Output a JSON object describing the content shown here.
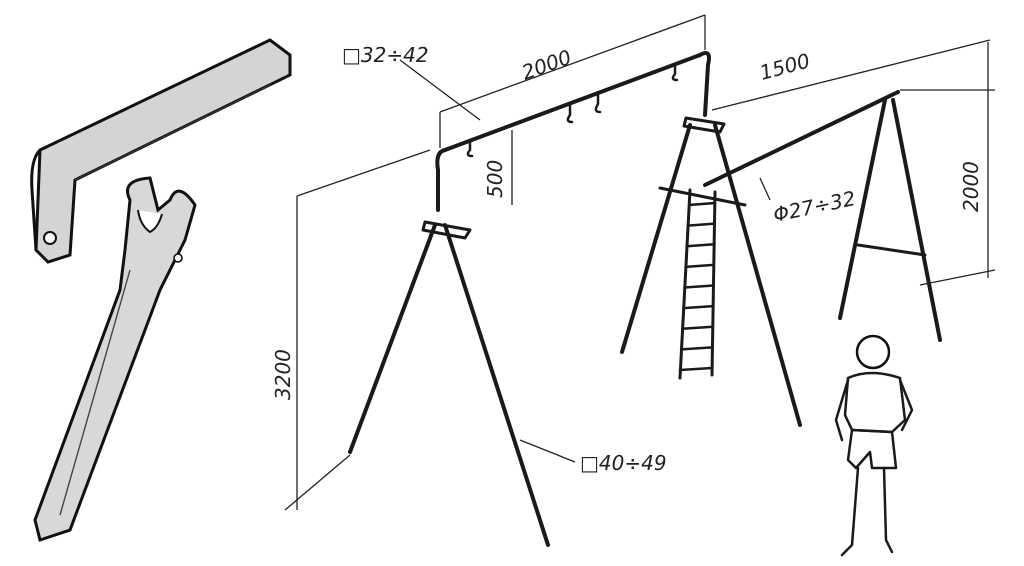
{
  "dimensions": {
    "top_bar_length": "2000",
    "span_between_frames": "1500",
    "low_bar_height": "2000",
    "total_height": "3200",
    "hook_drop": "500"
  },
  "sections": {
    "top_bar_square": "□32÷42",
    "frame_leg_square": "□40÷49",
    "low_bar_round": "Φ27÷32"
  },
  "colors": {
    "ink": "#1a1a1a",
    "paper": "#ffffff",
    "shade": "#d0d0d0"
  },
  "icons": [
    "elbow-bracket-detail",
    "clamp-bracket-detail",
    "swing-frame",
    "ladder",
    "child-figure"
  ]
}
